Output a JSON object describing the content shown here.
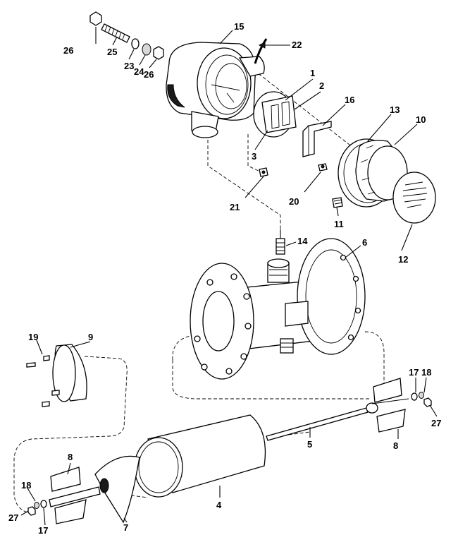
{
  "callouts": [
    {
      "id": "c1",
      "text": "1"
    },
    {
      "id": "c2",
      "text": "2"
    },
    {
      "id": "c3",
      "text": "3"
    },
    {
      "id": "c4",
      "text": "4"
    },
    {
      "id": "c5",
      "text": "5"
    },
    {
      "id": "c6",
      "text": "6"
    },
    {
      "id": "c7",
      "text": "7"
    },
    {
      "id": "c8a",
      "text": "8"
    },
    {
      "id": "c8b",
      "text": "8"
    },
    {
      "id": "c9",
      "text": "9"
    },
    {
      "id": "c10",
      "text": "10"
    },
    {
      "id": "c11",
      "text": "11"
    },
    {
      "id": "c12",
      "text": "12"
    },
    {
      "id": "c13",
      "text": "13"
    },
    {
      "id": "c14",
      "text": "14"
    },
    {
      "id": "c15",
      "text": "15"
    },
    {
      "id": "c16",
      "text": "16"
    },
    {
      "id": "c17a",
      "text": "17"
    },
    {
      "id": "c17b",
      "text": "17"
    },
    {
      "id": "c18a",
      "text": "18"
    },
    {
      "id": "c18b",
      "text": "18"
    },
    {
      "id": "c19",
      "text": "19"
    },
    {
      "id": "c20",
      "text": "20"
    },
    {
      "id": "c21",
      "text": "21"
    },
    {
      "id": "c22",
      "text": "22"
    },
    {
      "id": "c23",
      "text": "23"
    },
    {
      "id": "c24",
      "text": "24"
    },
    {
      "id": "c25",
      "text": "25"
    },
    {
      "id": "c26a",
      "text": "26"
    },
    {
      "id": "c26b",
      "text": "26"
    },
    {
      "id": "c27a",
      "text": "27"
    },
    {
      "id": "c27b",
      "text": "27"
    }
  ]
}
